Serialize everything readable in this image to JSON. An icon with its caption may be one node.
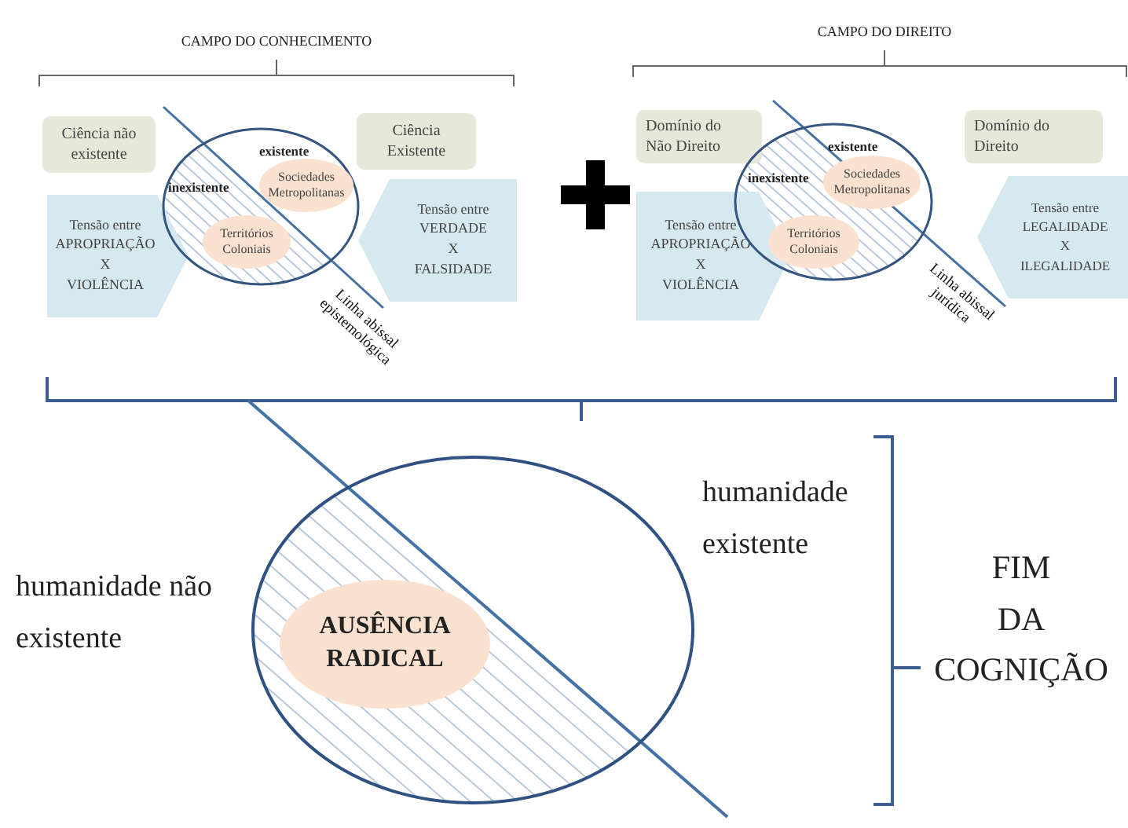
{
  "diagram": {
    "nodes": [
      {
        "text": [
          "Ciência não existente"
        ]
      },
      {
        "text": [
          "Ciência Existente"
        ]
      },
      {
        "text": [
          "Tensão entre",
          "APROPRIAÇÃO X VIOLÊNCIA"
        ]
      },
      {
        "text": [
          "Tensão entre",
          "VERDADE X FALSIDADE"
        ]
      },
      {
        "text": [
          "existente",
          "inexistente"
        ]
      },
      {
        "text": [
          "Sociedades Metropolitanas"
        ],
        "in": 4
      },
      {
        "text": [
          "Territórios Coloniais"
        ],
        "in": 4
      },
      {
        "text": [
          "Domínio do Não Direito"
        ]
      },
      {
        "text": [
          "Domínio do Direito"
        ]
      },
      {
        "text": [
          "Tensão entre",
          "APROPRIAÇÃO X VIOLÊNCIA"
        ]
      },
      {
        "text": [
          "Tensão entre",
          "LEGALIDADE X ILEGALIDADE"
        ]
      },
      {
        "text": [
          "existente",
          "inexistente"
        ]
      },
      {
        "text": [
          "Sociedades Metropolitanas"
        ],
        "in": 11
      },
      {
        "text": [
          "Territórios Coloniais"
        ],
        "in": 11
      },
      {
        "text": [],
        "shape": "circle"
      },
      {
        "text": [
          "AUSÊNCIA RADICAL"
        ],
        "in": 14
      }
    ],
    "labels": [
      "CAMPO DO CONHECIMENTO",
      "CAMPO DO DIREITO",
      "Linha abissal epistemológica",
      "Linha abissal jurídica",
      "humanidade existente",
      "humanidade não existente",
      "FIM DA COGNIÇÃO"
    ]
  }
}
